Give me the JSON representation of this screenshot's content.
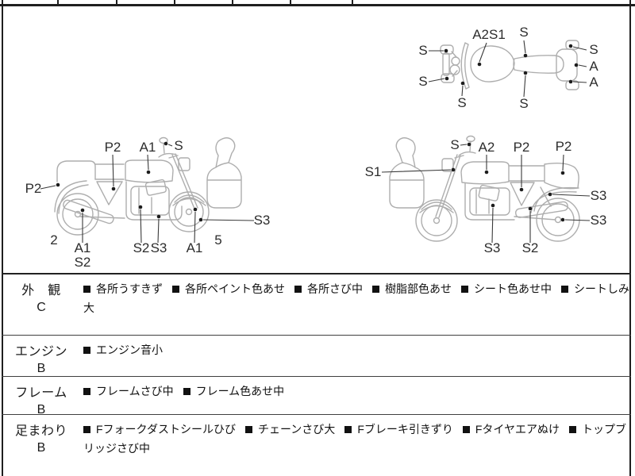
{
  "page": {
    "background": "#ffffff",
    "border_color": "#1f1f1f",
    "diagram_line_color": "#aeaeae",
    "label_color": "#2d2d2d"
  },
  "diagrams": {
    "top_view": {
      "callouts": [
        "A2S1",
        "S",
        "S",
        "S",
        "S",
        "S",
        "S",
        "A",
        "A"
      ]
    },
    "side_left": {
      "callouts": [
        "P2",
        "A1",
        "S",
        "P2",
        "A1",
        "S2",
        "S2",
        "S3",
        "A1",
        "S3"
      ],
      "numbers": [
        "2",
        "5"
      ]
    },
    "side_right": {
      "callouts": [
        "S",
        "A2",
        "P2",
        "P2",
        "S1",
        "S3",
        "S3",
        "S3",
        "S2"
      ]
    }
  },
  "condition_table": {
    "bullet_icon": "black-square",
    "rows": [
      {
        "category": "外　観",
        "grade": "C",
        "items": [
          "各所うすきず",
          "各所ペイント色あせ",
          "各所さび中",
          "樹脂部色あせ",
          "シート色あせ中",
          "シートしみ大"
        ]
      },
      {
        "category": "エンジン",
        "grade": "B",
        "items": [
          "エンジン音小"
        ]
      },
      {
        "category": "フレーム",
        "grade": "B",
        "items": [
          "フレームさび中",
          "フレーム色あせ中"
        ]
      },
      {
        "category": "足まわり",
        "grade": "B",
        "items": [
          "Fフォークダストシールひび",
          "チェーンさび大",
          "Fブレーキ引きずり",
          "Fタイヤエアぬけ",
          "トップブリッジさび中"
        ]
      }
    ]
  }
}
